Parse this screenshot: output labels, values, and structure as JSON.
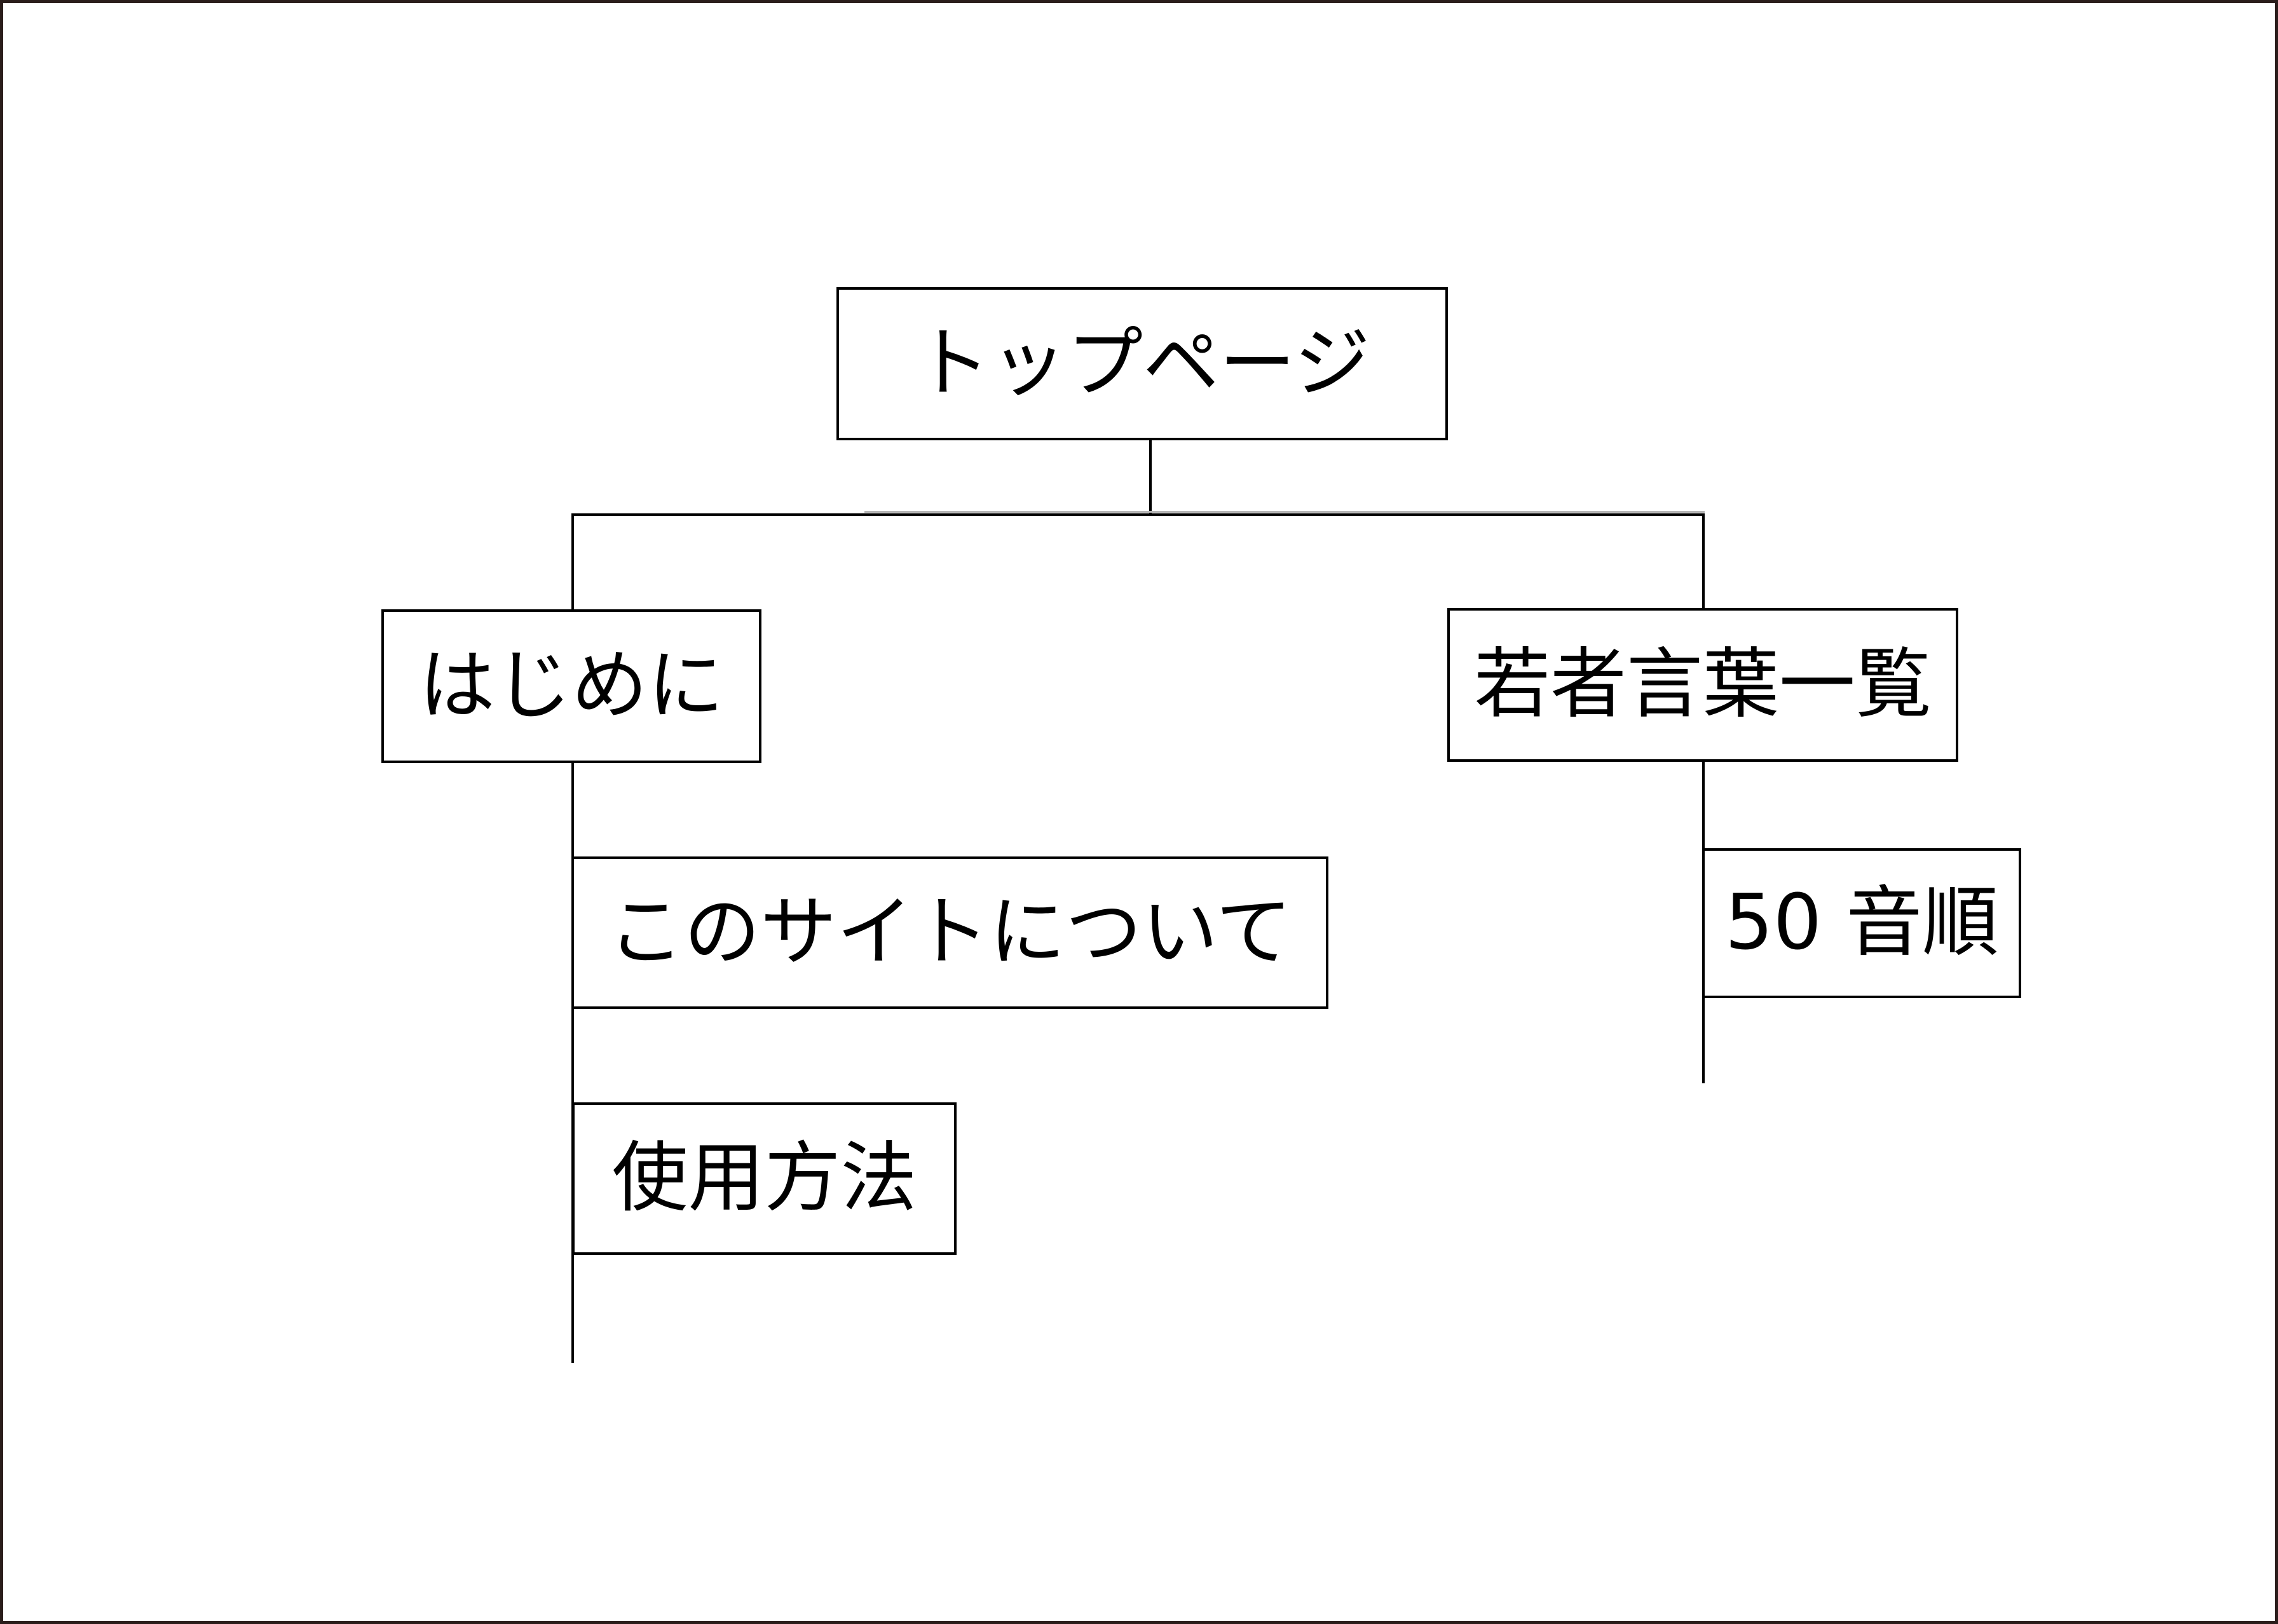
{
  "diagram": {
    "type": "sitemap-tree",
    "background_color": "#ffffff",
    "frame_color": "#2a1d1b",
    "box_border_color": "#000000",
    "line_color": "#000000",
    "text_color": "#000000",
    "nodes": {
      "top": {
        "label": "トップページ"
      },
      "hajimeni": {
        "label": "はじめに"
      },
      "about": {
        "label": "このサイトについて"
      },
      "usage": {
        "label": "使用方法"
      },
      "wakamono": {
        "label": "若者言葉一覧"
      },
      "gojuon": {
        "label": "50 音順"
      }
    },
    "edges": [
      {
        "from": "top",
        "to": "hajimeni"
      },
      {
        "from": "top",
        "to": "wakamono"
      },
      {
        "from": "hajimeni",
        "to": "about"
      },
      {
        "from": "about",
        "to": "usage"
      },
      {
        "from": "wakamono",
        "to": "gojuon"
      }
    ]
  }
}
